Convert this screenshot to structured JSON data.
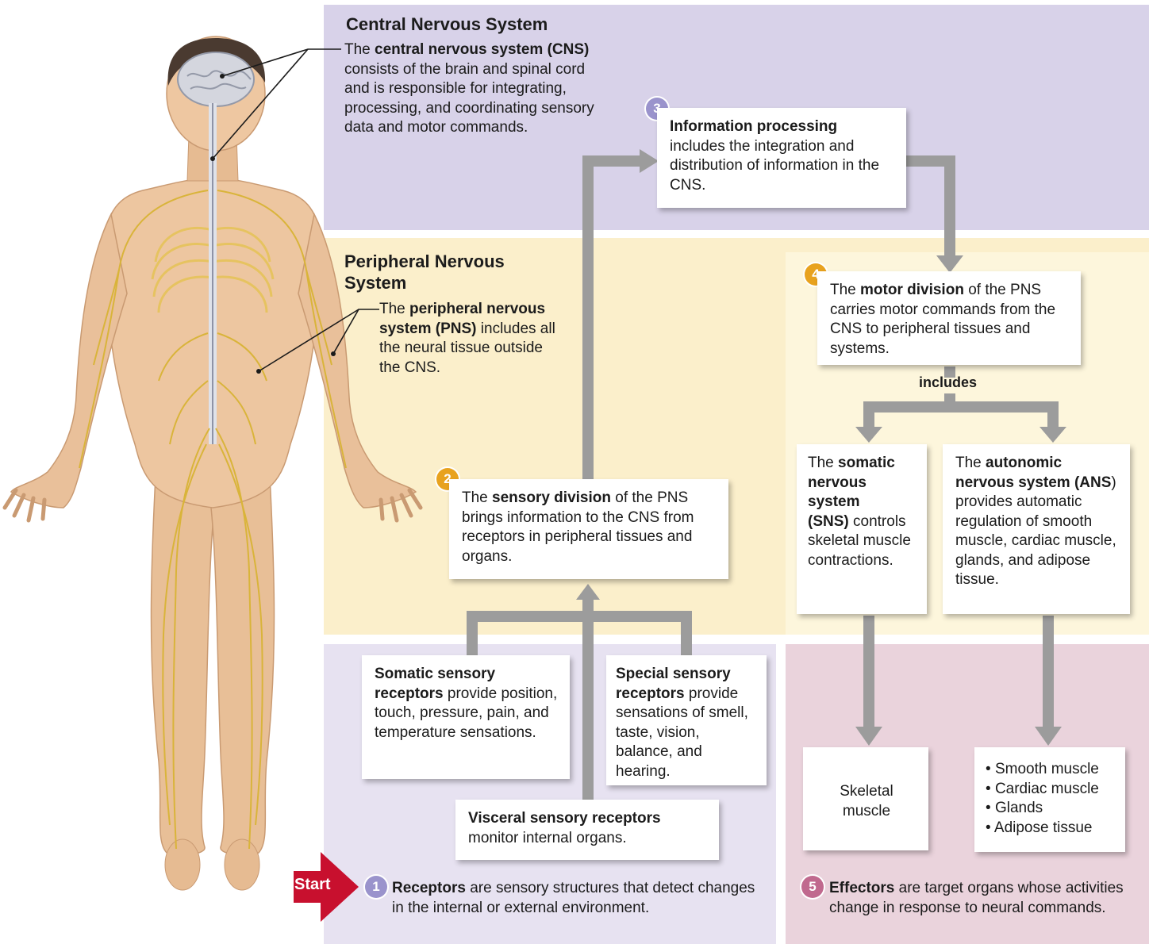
{
  "cns": {
    "heading": "Central Nervous System",
    "desc_pre": "The ",
    "desc_bold1": "central nervous system (CNS)",
    "desc_post": " consists of the brain and spinal cord and is responsible for integrating, processing, and coordinating sensory data and motor commands."
  },
  "pns": {
    "heading": "Peripheral Nervous System",
    "desc_pre": "The ",
    "desc_bold1": "peripheral nervous system",
    "desc_bold2": "(PNS)",
    "desc_post": " includes all the neural tissue outside the CNS."
  },
  "steps": {
    "s1": {
      "num": "1",
      "bold": "Receptors",
      "text": " are sensory structures that detect changes in the internal or external environment."
    },
    "s2": {
      "num": "2",
      "pre": "The ",
      "bold": "sensory division",
      "text": " of the PNS brings information to the CNS from receptors in peripheral tissues and organs."
    },
    "s3": {
      "num": "3",
      "bold": "Information processing",
      "text": "includes the integration and distribution of information in the CNS."
    },
    "s4": {
      "num": "4",
      "pre": "The ",
      "bold": "motor division",
      "text": " of the PNS carries motor commands from the CNS to peripheral tissues and systems."
    },
    "s5": {
      "num": "5",
      "bold": "Effectors",
      "text": " are target organs whose activities change in response to neural commands."
    }
  },
  "start_label": "Start",
  "includes_label": "includes",
  "somatic_sensory": {
    "bold": "Somatic sensory receptors",
    "text": " provide position, touch, pressure, pain, and temperature sensations."
  },
  "special_sensory": {
    "bold": "Special sensory receptors",
    "text": " provide sensations of smell, taste, vision, balance, and hearing."
  },
  "visceral_sensory": {
    "bold": "Visceral sensory receptors",
    "text": "monitor internal organs."
  },
  "sns": {
    "pre": "The ",
    "bold1": "somatic nervous system",
    "bold2": "(SNS)",
    "text": " controls skeletal muscle contractions."
  },
  "ans": {
    "pre": "The ",
    "bold1": "autonomic nervous system",
    "bold2": "(ANS",
    "text": ") provides automatic regulation of smooth muscle, cardiac muscle, glands, and adipose tissue."
  },
  "effector_skeletal": "Skeletal muscle",
  "effector_list": [
    "Smooth muscle",
    "Cardiac muscle",
    "Glands",
    "Adipose tissue"
  ],
  "colors": {
    "cns_panel": "#d8d2e9",
    "pns_panel": "#fbefcb",
    "receptor_panel": "#e7e2f1",
    "effector_panel": "#ead3dc",
    "arrow": "#9c9c9c",
    "start_arrow": "#c8102e",
    "skin": "#ecc49d",
    "nerve": "#e3c24a"
  }
}
